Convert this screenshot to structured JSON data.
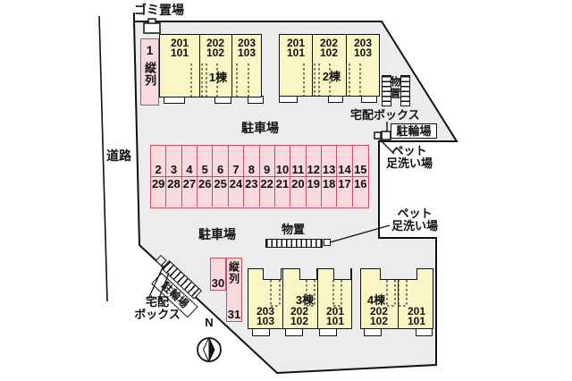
{
  "site": {
    "garbage_label": "ゴミ置場",
    "road_label": "道路",
    "compass_north": "N"
  },
  "parking_lot": {
    "label_top": "駐車場",
    "label_bottom": "駐車場",
    "row_top": [
      "2",
      "3",
      "4",
      "5",
      "6",
      "7",
      "8",
      "9",
      "10",
      "11",
      "12",
      "13",
      "14",
      "15"
    ],
    "row_bottom": [
      "29",
      "28",
      "27",
      "26",
      "25",
      "24",
      "23",
      "22",
      "21",
      "20",
      "19",
      "18",
      "17",
      "16"
    ],
    "tandem_top": {
      "number": "1",
      "label": "縦列"
    },
    "tandem_30": {
      "number": "30"
    },
    "tandem_31": {
      "label": "縦列",
      "number": "31"
    }
  },
  "buildings": [
    {
      "name": "1棟",
      "units": [
        [
          "201",
          "101"
        ],
        [
          "202",
          "102"
        ],
        [
          "203",
          "103"
        ]
      ]
    },
    {
      "name": "2棟",
      "units": [
        [
          "201",
          "101"
        ],
        [
          "202",
          "102"
        ],
        [
          "203",
          "103"
        ]
      ]
    },
    {
      "name": "3棟",
      "units": [
        [
          "203",
          "103"
        ],
        [
          "202",
          "102"
        ],
        [
          "201",
          "101"
        ]
      ]
    },
    {
      "name": "4棟",
      "units": [
        [
          "202",
          "102"
        ],
        [
          "201",
          "101"
        ]
      ]
    }
  ],
  "facilities": {
    "storage_right": "物置",
    "storage_bottom": "物置",
    "delivery_box_top": "宅配ボックス",
    "delivery_box_bottom_line1": "宅配",
    "delivery_box_bottom_line2": "ボックス",
    "bicycle_parking_top": "駐輪場",
    "bicycle_parking_bottom": "駐輪場",
    "pet_wash_1_line1": "ペット",
    "pet_wash_1_line2": "足洗い場",
    "pet_wash_2_line1": "ペット",
    "pet_wash_2_line2": "足洗い場"
  },
  "colors": {
    "site_fill": "#ececec",
    "building_fill": "#faf5c4",
    "parking_fill": "#f7d9de",
    "parking_border": "#c44d60",
    "line": "#111111"
  }
}
